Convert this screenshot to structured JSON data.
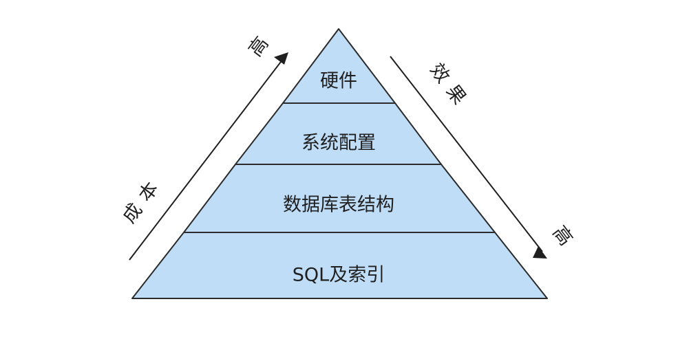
{
  "pyramid": {
    "tiers": [
      {
        "label": "硬件"
      },
      {
        "label": "系统配置"
      },
      {
        "label": "数据库表结构"
      },
      {
        "label": "SQL及索引"
      }
    ],
    "fill_color": "#bfddf7",
    "stroke_color": "#2b2b2b"
  },
  "left_axis": {
    "label": "成本",
    "high_label": "高",
    "direction": "up"
  },
  "right_axis": {
    "label": "效果",
    "high_label": "高",
    "direction": "down"
  }
}
